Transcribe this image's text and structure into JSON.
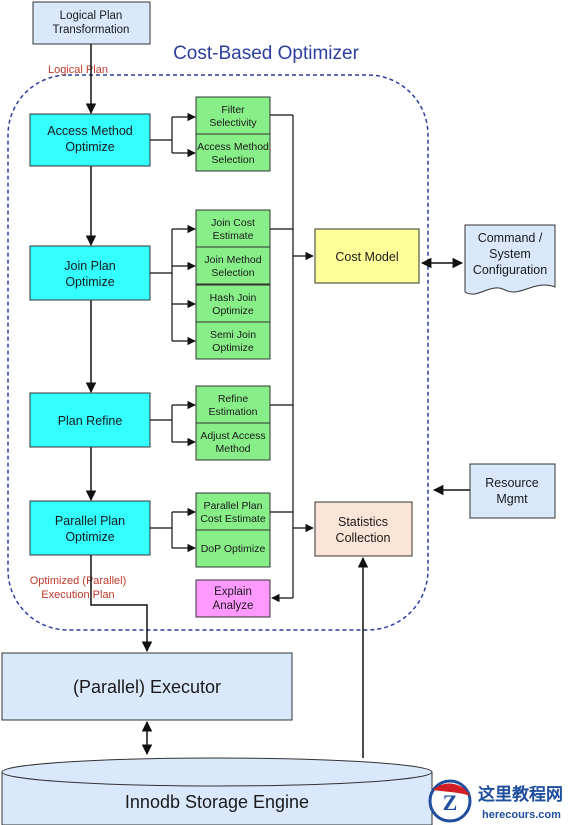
{
  "title": "Cost-Based Optimizer",
  "colors": {
    "blue": "#dae8fc",
    "cyan": "#33ffff",
    "green": "#88ee88",
    "yellow": "#ffff99",
    "peach": "#fbe5d6",
    "pink": "#ff99ff",
    "title_blue": "#2c3fa0",
    "dash_border": "#2c3fa0",
    "red_label": "#c0392b"
  },
  "top_box": {
    "line1": "Logical Plan",
    "line2": "Transformation"
  },
  "edge_labels": {
    "logical_plan": "Logical Plan",
    "optimized_line1": "Optimized (Parallel)",
    "optimized_line2": "Execution Plan"
  },
  "steps": [
    {
      "line1": "Access Method",
      "line2": "Optimize"
    },
    {
      "line1": "Join Plan",
      "line2": "Optimize"
    },
    {
      "line1": "Plan Refine",
      "line2": ""
    },
    {
      "line1": "Parallel Plan",
      "line2": "Optimize"
    }
  ],
  "subs": [
    {
      "line1": "Filter",
      "line2": "Selectivity"
    },
    {
      "line1": "Access Method",
      "line2": "Selection"
    },
    {
      "line1": "Join Cost",
      "line2": "Estimate"
    },
    {
      "line1": "Join Method",
      "line2": "Selection"
    },
    {
      "line1": "Hash Join",
      "line2": "Optimize"
    },
    {
      "line1": "Semi Join",
      "line2": "Optimize"
    },
    {
      "line1": "Refine",
      "line2": "Estimation"
    },
    {
      "line1": "Adjust Access",
      "line2": "Method"
    },
    {
      "line1": "Parallel Plan",
      "line2": "Cost Estimate"
    },
    {
      "line1": "DoP Optimize",
      "line2": ""
    }
  ],
  "explain": {
    "line1": "Explain",
    "line2": "Analyze"
  },
  "cost_model": "Cost Model",
  "statistics": {
    "line1": "Statistics",
    "line2": "Collection"
  },
  "command": {
    "line1": "Command /",
    "line2": "System",
    "line3": "Configuration"
  },
  "resource": {
    "line1": "Resource",
    "line2": "Mgmt"
  },
  "executor": "(Parallel) Executor",
  "storage": "Innodb Storage Engine",
  "watermark": {
    "text1": "这里教程网",
    "text2": "herecours.com"
  }
}
